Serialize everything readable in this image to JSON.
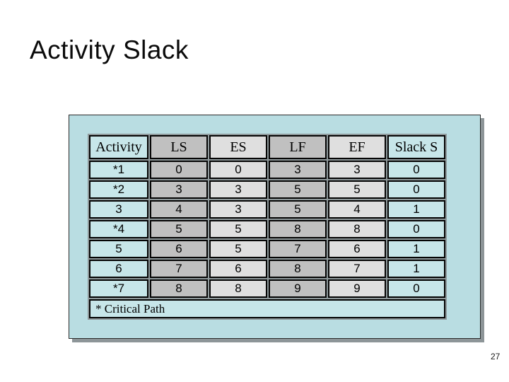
{
  "slide": {
    "title": "Activity Slack",
    "page_number": "27"
  },
  "table": {
    "columns": [
      "Activity",
      "LS",
      "ES",
      "LF",
      "EF",
      "Slack S"
    ],
    "rows": [
      [
        "*1",
        "0",
        "0",
        "3",
        "3",
        "0"
      ],
      [
        "*2",
        "3",
        "3",
        "5",
        "5",
        "0"
      ],
      [
        "3",
        "4",
        "3",
        "5",
        "4",
        "1"
      ],
      [
        "*4",
        "5",
        "5",
        "8",
        "8",
        "0"
      ],
      [
        "5",
        "6",
        "5",
        "7",
        "6",
        "1"
      ],
      [
        "6",
        "7",
        "6",
        "8",
        "7",
        "1"
      ],
      [
        "*7",
        "8",
        "8",
        "9",
        "9",
        "0"
      ]
    ],
    "footnote": "* Critical Path"
  },
  "chart_data": {
    "type": "table",
    "title": "Activity Slack",
    "columns": [
      "Activity",
      "LS",
      "ES",
      "LF",
      "EF",
      "Slack S"
    ],
    "rows": [
      {
        "activity": "*1",
        "ls": 0,
        "es": 0,
        "lf": 3,
        "ef": 3,
        "slack": 0
      },
      {
        "activity": "*2",
        "ls": 3,
        "es": 3,
        "lf": 5,
        "ef": 5,
        "slack": 0
      },
      {
        "activity": "3",
        "ls": 4,
        "es": 3,
        "lf": 5,
        "ef": 4,
        "slack": 1
      },
      {
        "activity": "*4",
        "ls": 5,
        "es": 5,
        "lf": 8,
        "ef": 8,
        "slack": 0
      },
      {
        "activity": "5",
        "ls": 6,
        "es": 5,
        "lf": 7,
        "ef": 6,
        "slack": 1
      },
      {
        "activity": "6",
        "ls": 7,
        "es": 6,
        "lf": 8,
        "ef": 7,
        "slack": 1
      },
      {
        "activity": "*7",
        "ls": 8,
        "es": 8,
        "lf": 9,
        "ef": 9,
        "slack": 0
      }
    ],
    "annotation": "* Critical Path"
  },
  "colors": {
    "panel_background": "#b9dde2",
    "cell_teal": "#c7e6e9",
    "cell_gray": "#c0c0c0",
    "cell_light_gray": "#dfdfdf",
    "grid_gap": "#8f999b",
    "cell_border": "#050505",
    "panel_shadow": "#8d9598"
  }
}
